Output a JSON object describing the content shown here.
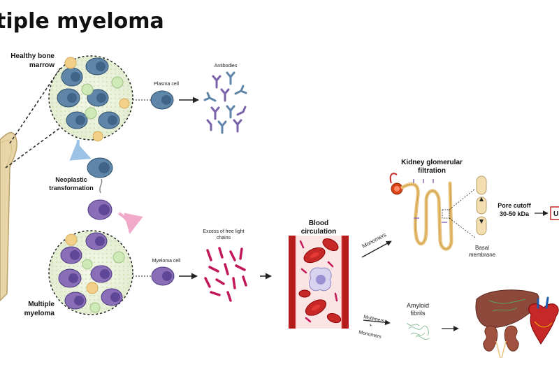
{
  "title": "tiple myeloma",
  "labels": {
    "healthy_line1": "Healthy bone",
    "healthy_line2": "marrow",
    "neoplastic_line1": "Neoplastic",
    "neoplastic_line2": "transformation",
    "multiple_line1": "Multiple",
    "multiple_line2": "myeloma",
    "plasma_cell": "Plasma cell",
    "antibodies": "Antibodies",
    "myeloma_cell": "Myeloma cell",
    "flc_line1": "Excess of free light",
    "flc_line2": "chains",
    "blood_line1": "Blood",
    "blood_line2": "circulation",
    "kidney_line1": "Kidney glomerular",
    "kidney_line2": "filtration",
    "pore_line1": "Pore cutoff",
    "pore_line2": "30-50 kDa",
    "basal_line1": "Basal",
    "basal_line2": "membrane",
    "monomers": "Monomers",
    "multimers_line1": "Multimers",
    "multimers_line2": "+",
    "multimers_line3": "Monomers",
    "amyloid_line1": "Amyloid",
    "amyloid_line2": "fibrils",
    "urine_cut": "U"
  },
  "colors": {
    "bone": "#e9d6a8",
    "bone_edge": "#b9a06a",
    "plasma_cell": "#5f86a8",
    "plasma_nucleus": "#3f6488",
    "myeloma_cell": "#8a6fb8",
    "myeloma_nucleus": "#5e4796",
    "blood_red": "#c62828",
    "vessel_wall": "#b71c1c",
    "free_chain": "#c2185b",
    "liver": "#8d4a3c",
    "kidney_tubule": "#e8c27a",
    "arrow": "#222222"
  }
}
